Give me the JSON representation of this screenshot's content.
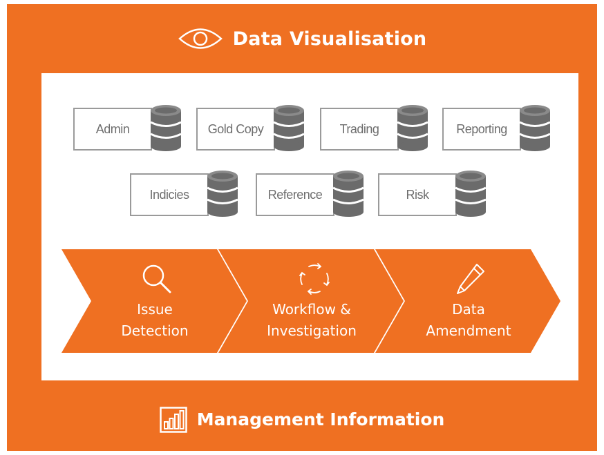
{
  "header": {
    "title": "Data Visualisation",
    "icon": "eye-icon"
  },
  "databases": [
    {
      "label": "Admin"
    },
    {
      "label": "Gold Copy"
    },
    {
      "label": "Trading"
    },
    {
      "label": "Reporting"
    },
    {
      "label": "Indicies"
    },
    {
      "label": "Reference"
    },
    {
      "label": "Risk"
    }
  ],
  "process": [
    {
      "line1": "Issue",
      "line2": "Detection",
      "icon": "magnifier-icon"
    },
    {
      "line1": "Workflow &",
      "line2": "Investigation",
      "icon": "cycle-arrows-icon"
    },
    {
      "line1": "Data",
      "line2": "Amendment",
      "icon": "pencil-icon"
    }
  ],
  "footer": {
    "title": "Management Information",
    "icon": "bar-chart-icon"
  },
  "colors": {
    "accent": "#ef7022",
    "panel": "#ffffff",
    "box_border": "#9a9a9a",
    "db_gray": "#666666"
  }
}
